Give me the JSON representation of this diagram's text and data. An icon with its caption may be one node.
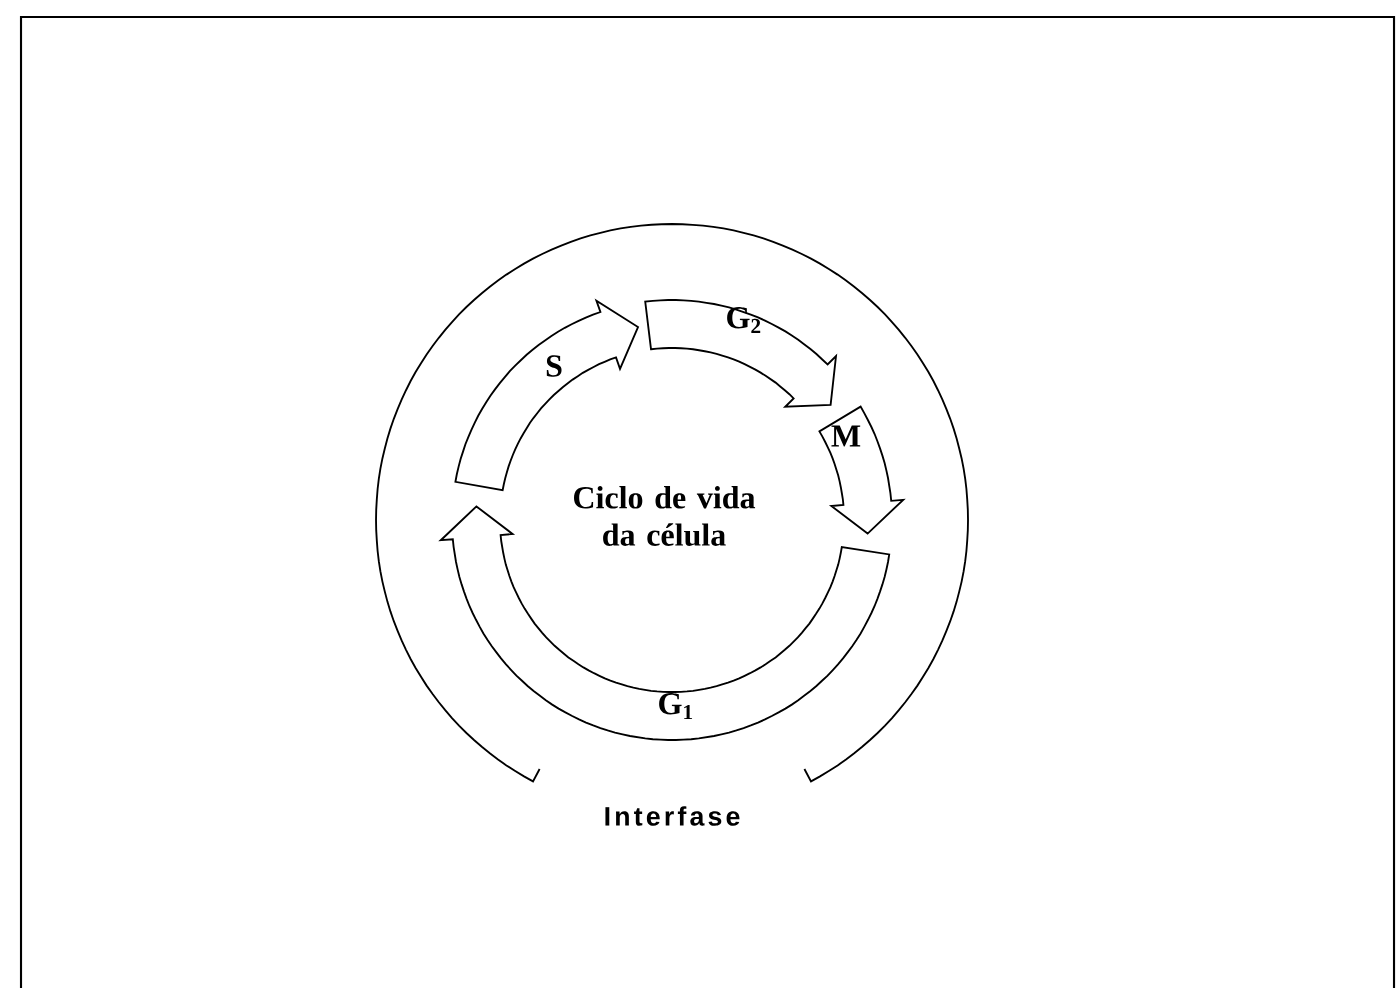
{
  "diagram": {
    "nodes": [
      {
        "text": [
          "S"
        ]
      },
      {
        "text": [
          "G$_{2}$"
        ]
      },
      {
        "text": [
          "M"
        ]
      },
      {
        "text": [
          "G$_{1}$"
        ]
      }
    ],
    "labels": [
      "Ciclo de vida da célula",
      "Interfase"
    ]
  }
}
